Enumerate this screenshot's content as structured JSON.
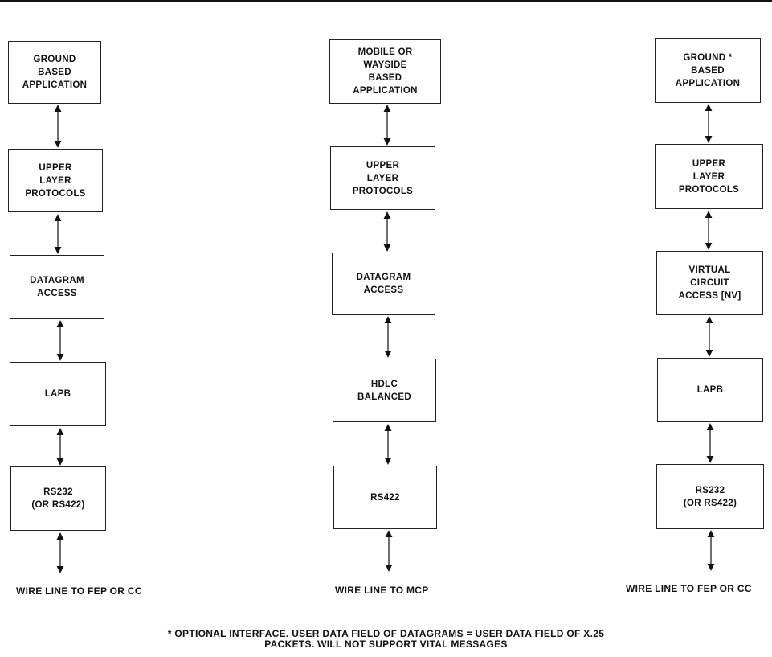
{
  "columns": [
    {
      "boxes": [
        "GROUND\nBASED\nAPPLICATION",
        "UPPER\nLAYER\nPROTOCOLS",
        "DATAGRAM\nACCESS",
        "LAPB",
        "RS232\n(OR RS422)"
      ],
      "wire_label": "WIRE LINE TO FEP OR CC"
    },
    {
      "boxes": [
        "MOBILE OR\nWAYSIDE\nBASED\nAPPLICATION",
        "UPPER\nLAYER\nPROTOCOLS",
        "DATAGRAM\nACCESS",
        "HDLC\nBALANCED",
        "RS422"
      ],
      "wire_label": "WIRE LINE TO MCP"
    },
    {
      "boxes": [
        "GROUND *\nBASED\nAPPLICATION",
        "UPPER\nLAYER\nPROTOCOLS",
        "VIRTUAL\nCIRCUIT\nACCESS [NV]",
        "LAPB",
        "RS232\n(OR RS422)"
      ],
      "wire_label": "WIRE LINE TO FEP OR CC"
    }
  ],
  "footnote": {
    "line1": "* OPTIONAL INTERFACE.  USER DATA FIELD OF DATAGRAMS = USER DATA FIELD OF X.25",
    "line2": "PACKETS.  WILL NOT SUPPORT VITAL MESSAGES"
  }
}
